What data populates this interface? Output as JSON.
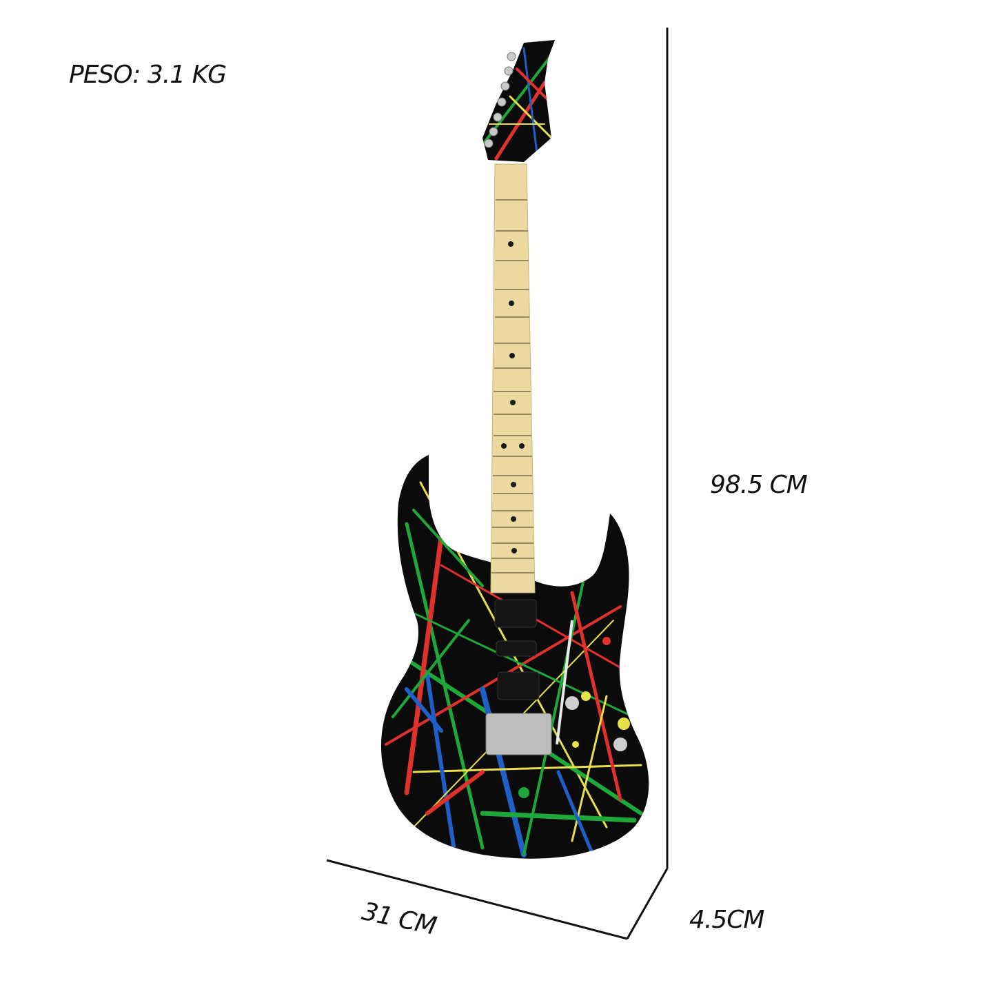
{
  "labels": {
    "weight": "PESO: 3.1 KG",
    "height": "98.5 CM",
    "width": "31 CM",
    "depth": "4.5CM"
  },
  "colors": {
    "body": "#0b0b0b",
    "maple": "#ecd9a0",
    "splash_red": "#e0312b",
    "splash_green": "#1fa83a",
    "splash_yellow": "#e8e04a",
    "splash_blue": "#1f5fc6",
    "line": "#111111"
  }
}
